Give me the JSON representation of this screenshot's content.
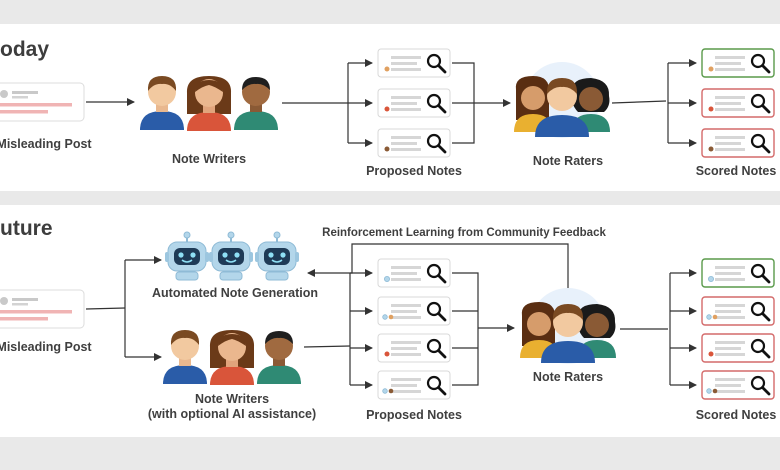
{
  "today": {
    "title": "oday",
    "post_label": "Misleading Post",
    "writers_label": "Note Writers",
    "proposed_label": "Proposed Notes",
    "raters_label": "Note Raters",
    "scored_label": "Scored Notes"
  },
  "future": {
    "title": "uture",
    "post_label": "Misleading Post",
    "auto_label": "Automated Note Generation",
    "writers_label": "Note Writers",
    "writers_sublabel": "(with optional AI assistance)",
    "feedback_label": "Reinforcement Learning from Community Feedback",
    "proposed_label": "Proposed Notes",
    "raters_label": "Note Raters",
    "scored_label": "Scored Notes"
  },
  "colors": {
    "background": "#e9e9e9",
    "panel": "#ffffff",
    "text": "#3f3f3f",
    "helpful_border": "#5a9a4a",
    "not_helpful_border": "#d46a6a",
    "robot": "#b3d6ea",
    "person_blue": "#2a5ca8",
    "person_red": "#d9553a",
    "person_green": "#2f8a74"
  },
  "icons": [
    "magnifier-icon",
    "robot-icon",
    "person-icon",
    "post-card-icon"
  ]
}
